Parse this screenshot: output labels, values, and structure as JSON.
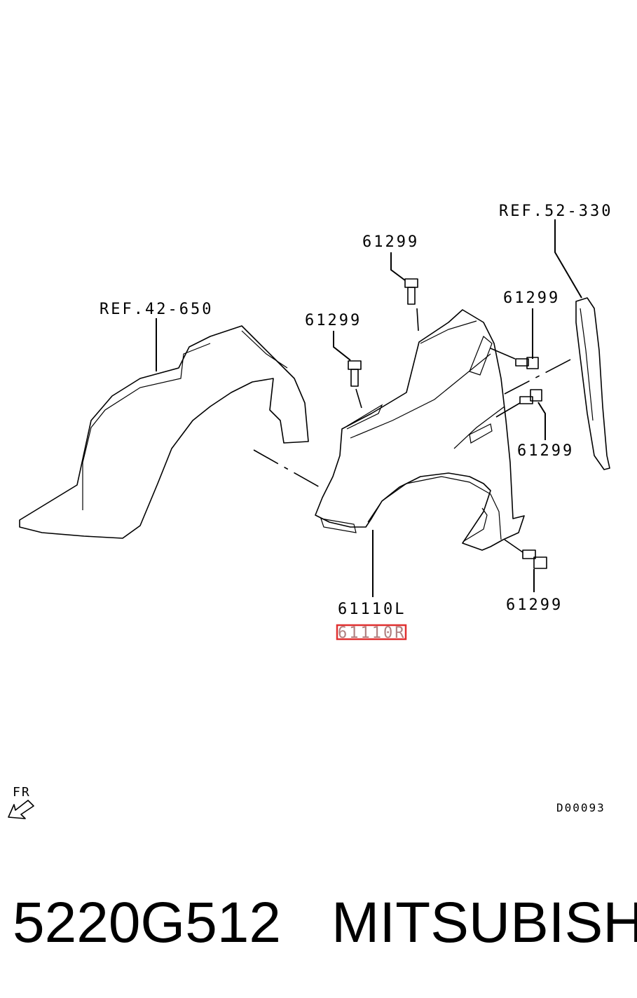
{
  "callouts": {
    "ref_liner": "REF.42-650",
    "ref_pillar": "REF.52-330",
    "bolt_top": "61299",
    "bolt_mid_left": "61299",
    "bolt_upper_right": "61299",
    "bolt_right": "61299",
    "bolt_bottom": "61299",
    "fender_left": "61110L",
    "fender_right": "61110R"
  },
  "direction": {
    "label": "FR"
  },
  "diagram_code": "D00093",
  "caption": {
    "part_number": "5220G512",
    "brand": "MITSUBISHI"
  },
  "colors": {
    "highlight_box": "#e03030",
    "line": "#000000"
  }
}
